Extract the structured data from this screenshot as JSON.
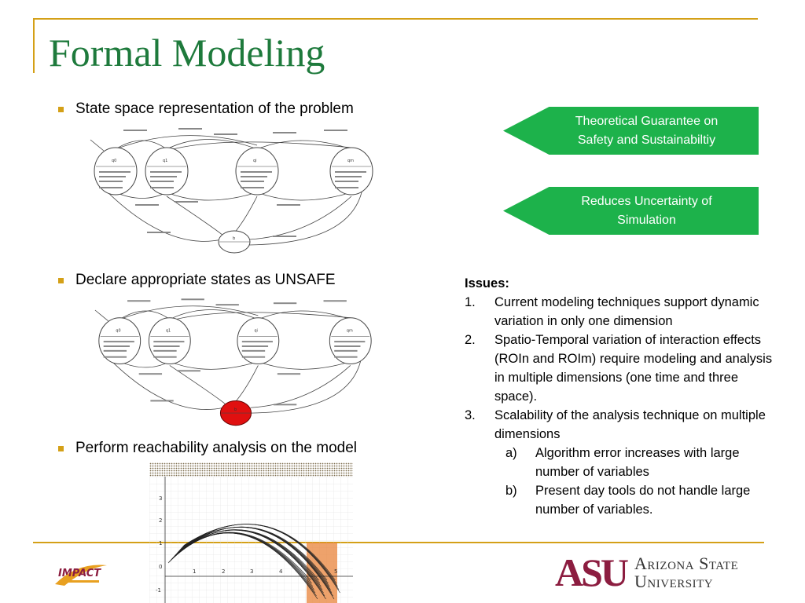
{
  "slide": {
    "title": "Formal Modeling",
    "accent_color": "#d4a017",
    "title_color": "#1e7a3c"
  },
  "bullets": [
    "State space representation of the problem",
    "Declare appropriate states as UNSAFE",
    "Perform reachability analysis on the model"
  ],
  "diagram": {
    "states": [
      "q0",
      "q1",
      "qi",
      "qm"
    ],
    "bad_state": "b",
    "unsafe_color": "#e01010"
  },
  "callouts": [
    {
      "line1": "Theoretical Guarantee on",
      "line2": "Safety and Sustainabiltiy"
    },
    {
      "line1": "Reduces Uncertainty of",
      "line2": "Simulation"
    }
  ],
  "callout_color": "#1db24b",
  "issues": {
    "heading": "Issues:",
    "items": [
      {
        "num": "1.",
        "text": "Current modeling techniques support dynamic variation in only one dimension"
      },
      {
        "num": "2.",
        "text": "Spatio-Temporal variation of interaction effects (ROIn and ROIm) require modeling and analysis in multiple dimensions (one time and three space)."
      },
      {
        "num": "3.",
        "text": "Scalability of the analysis technique on multiple dimensions"
      }
    ],
    "subitems": [
      {
        "num": "a)",
        "text": "Algorithm error increases with large number of variables"
      },
      {
        "num": "b)",
        "text": "Present day tools do not handle large number of variables."
      }
    ]
  },
  "plot": {
    "x_ticks": [
      "1",
      "2",
      "3",
      "4",
      "5"
    ],
    "y_ticks": [
      "3",
      "2",
      "1",
      "0",
      "-1"
    ],
    "highlight_color": "#e8833a"
  },
  "logos": {
    "impact": "IMPACT",
    "asu_mark": "ASU",
    "asu_line1": "Arizona State",
    "asu_line2": "University",
    "asu_color": "#8c1d40"
  }
}
